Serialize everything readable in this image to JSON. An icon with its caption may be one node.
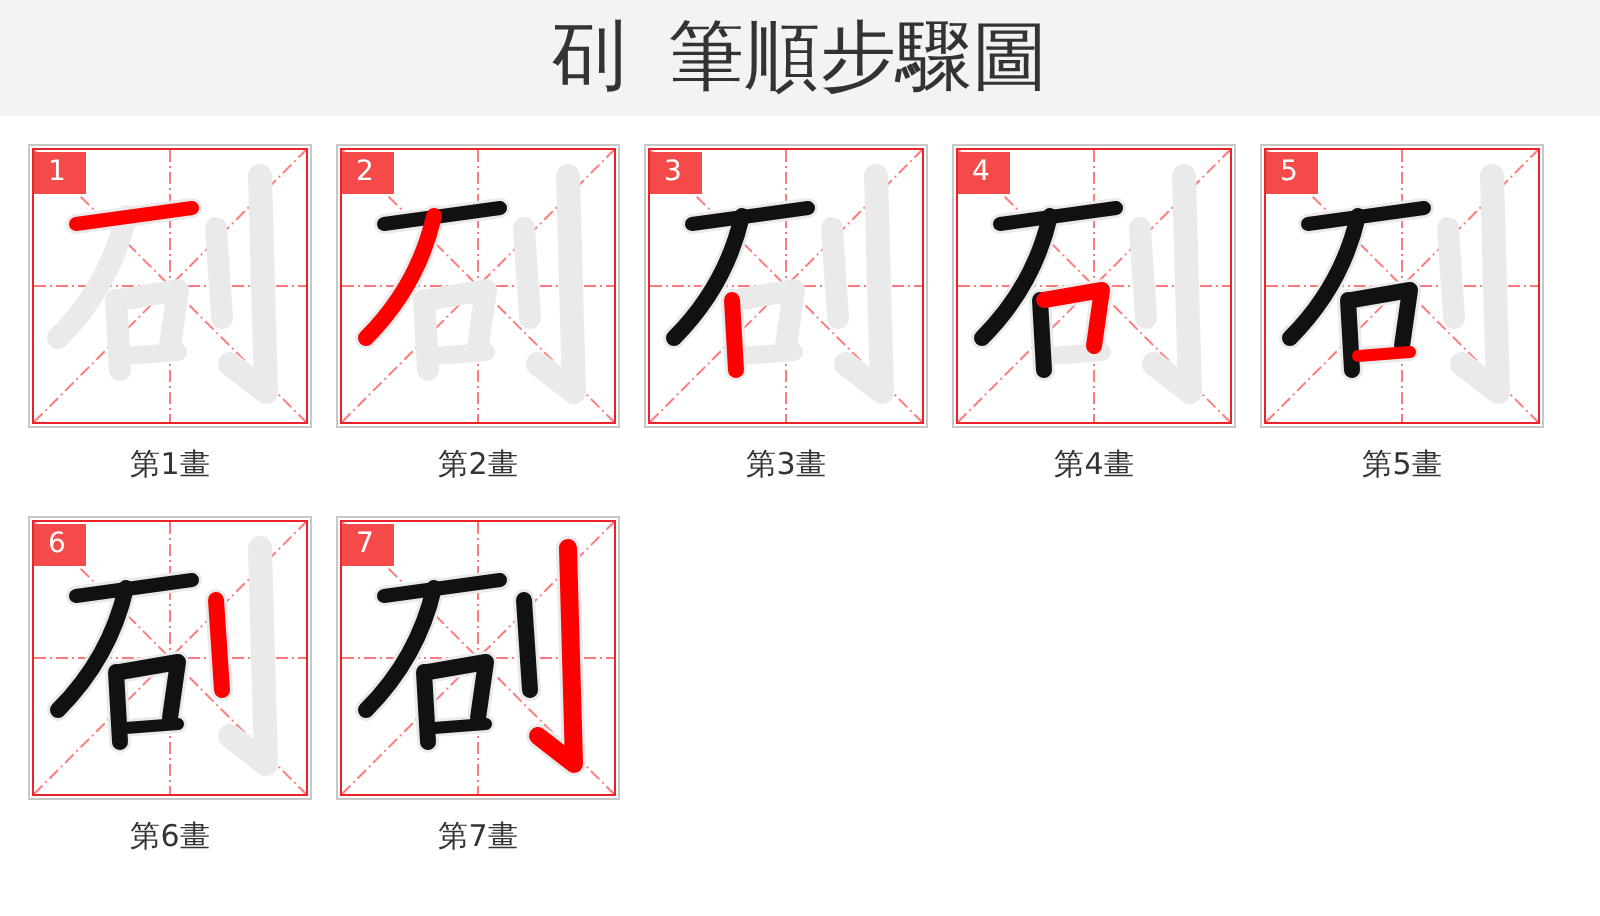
{
  "diagram": {
    "title": "矵 筆順步驟圖",
    "nodes": [
      {
        "text": [
          "1"
        ],
        "beside": [
          "第1畫"
        ]
      },
      {
        "text": [
          "2"
        ],
        "beside": [
          "第2畫"
        ]
      },
      {
        "text": [
          "3"
        ],
        "beside": [
          "第3畫"
        ]
      },
      {
        "text": [
          "4"
        ],
        "beside": [
          "第4畫"
        ]
      },
      {
        "text": [
          "5"
        ],
        "beside": [
          "第5畫"
        ]
      },
      {
        "text": [
          "6"
        ],
        "beside": [
          "第6畫"
        ]
      },
      {
        "text": [
          "7"
        ],
        "beside": [
          "第7畫"
        ]
      }
    ]
  }
}
